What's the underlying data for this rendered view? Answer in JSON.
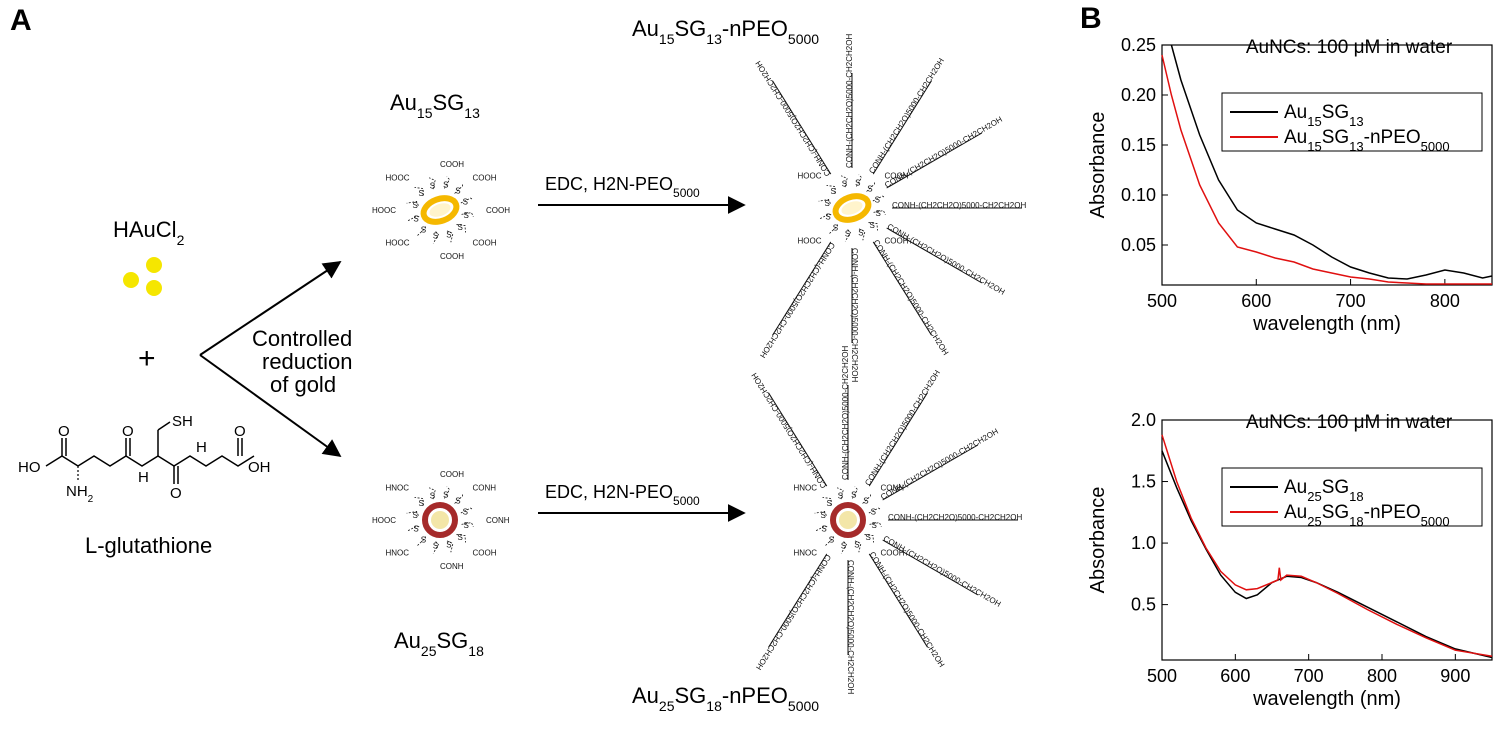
{
  "panels": {
    "a": "A",
    "b": "B"
  },
  "reagents": {
    "gold_salt": "HAuCl",
    "gold_salt_sub": "2",
    "plus": "+",
    "ligand_name": "L-glutathione",
    "ligand_atoms": {
      "sh": "SH",
      "ho_left": "HO",
      "nh2": "NH",
      "nh2_sub": "2",
      "o": "O",
      "h": "H",
      "ho_right": "OH"
    }
  },
  "step1_label": [
    "Controlled",
    "reduction",
    "of gold"
  ],
  "step2_label": "EDC, H2N-PEO",
  "step2_sub": "5000",
  "clusters": {
    "top": {
      "name_main": "Au",
      "n1": "15",
      "mid": "SG",
      "n2": "13",
      "core_color": "#f5b800"
    },
    "bottom": {
      "name_main": "Au",
      "n1": "25",
      "mid": "SG",
      "n2": "18",
      "core_color": "#a52a2a"
    }
  },
  "products": {
    "top": {
      "main": "Au",
      "n1": "15",
      "mid": "SG",
      "n2": "13",
      "suffix": "-nPEO",
      "n3": "5000"
    },
    "bottom": {
      "main": "Au",
      "n1": "25",
      "mid": "SG",
      "n2": "18",
      "suffix": "-nPEO",
      "n3": "5000"
    }
  },
  "ligand_text": {
    "cooh": "COOH",
    "hooc": "HOOC",
    "conh": "CONH",
    "hnoc": "HNOC",
    "s": "S",
    "peo_chain": "CONH-(CH2CH2O)5000-CH2CH2OH"
  },
  "chart_data": [
    {
      "type": "line",
      "title": "AuNCs: 100 μM in water",
      "xlabel": "wavelength (nm)",
      "ylabel": "Absorbance",
      "xlim": [
        500,
        850
      ],
      "ylim": [
        0.01,
        0.25
      ],
      "xticks": [
        500,
        600,
        700,
        800
      ],
      "yticks": [
        0.05,
        0.1,
        0.15,
        0.2,
        0.25
      ],
      "ytick_labels": [
        "0.05",
        "0.10",
        "0.15",
        "0.20",
        "0.25"
      ],
      "legend_position": "upper-right",
      "series": [
        {
          "label_main": "Au",
          "n1": "15",
          "mid": "SG",
          "n2": "13",
          "label_suffix": "",
          "n3": "",
          "color": "#000000",
          "x": [
            510,
            520,
            540,
            560,
            580,
            600,
            620,
            640,
            660,
            680,
            700,
            720,
            740,
            760,
            780,
            800,
            820,
            840,
            850
          ],
          "y": [
            0.25,
            0.215,
            0.16,
            0.115,
            0.085,
            0.072,
            0.066,
            0.06,
            0.05,
            0.038,
            0.028,
            0.022,
            0.017,
            0.016,
            0.02,
            0.025,
            0.022,
            0.017,
            0.019
          ]
        },
        {
          "label_main": "Au",
          "n1": "15",
          "mid": "SG",
          "n2": "13",
          "label_suffix": "-nPEO",
          "n3": "5000",
          "color": "#e01010",
          "x": [
            500,
            510,
            520,
            540,
            560,
            580,
            600,
            620,
            640,
            660,
            680,
            700,
            720,
            740,
            760,
            780,
            800,
            820,
            850
          ],
          "y": [
            0.24,
            0.2,
            0.165,
            0.11,
            0.072,
            0.048,
            0.043,
            0.037,
            0.033,
            0.026,
            0.022,
            0.018,
            0.016,
            0.013,
            0.012,
            0.011,
            0.011,
            0.011,
            0.011
          ]
        }
      ]
    },
    {
      "type": "line",
      "title": "AuNCs: 100 μM in water",
      "xlabel": "wavelength (nm)",
      "ylabel": "Absorbance",
      "xlim": [
        500,
        950
      ],
      "ylim": [
        0.05,
        2.0
      ],
      "xticks": [
        500,
        600,
        700,
        800,
        900
      ],
      "yticks": [
        0.5,
        1.0,
        1.5,
        2.0
      ],
      "ytick_labels": [
        "0.5",
        "1.0",
        "1.5",
        "2.0"
      ],
      "legend_position": "upper-right",
      "series": [
        {
          "label_main": "Au",
          "n1": "25",
          "mid": "SG",
          "n2": "18",
          "label_suffix": "",
          "n3": "",
          "color": "#000000",
          "x": [
            500,
            520,
            540,
            560,
            580,
            600,
            615,
            630,
            650,
            670,
            690,
            710,
            740,
            780,
            820,
            860,
            900,
            950
          ],
          "y": [
            1.75,
            1.45,
            1.18,
            0.95,
            0.74,
            0.6,
            0.55,
            0.58,
            0.68,
            0.73,
            0.72,
            0.68,
            0.6,
            0.48,
            0.36,
            0.24,
            0.14,
            0.07
          ]
        },
        {
          "label_main": "Au",
          "n1": "25",
          "mid": "SG",
          "n2": "18",
          "label_suffix": "-nPEO",
          "n3": "5000",
          "color": "#e01010",
          "x": [
            500,
            520,
            540,
            560,
            580,
            600,
            615,
            630,
            650,
            658,
            660,
            662,
            670,
            690,
            710,
            740,
            780,
            820,
            860,
            900,
            950
          ],
          "y": [
            1.88,
            1.5,
            1.2,
            0.96,
            0.77,
            0.66,
            0.62,
            0.63,
            0.68,
            0.7,
            0.8,
            0.7,
            0.74,
            0.73,
            0.68,
            0.59,
            0.46,
            0.34,
            0.23,
            0.13,
            0.08
          ]
        }
      ]
    }
  ]
}
